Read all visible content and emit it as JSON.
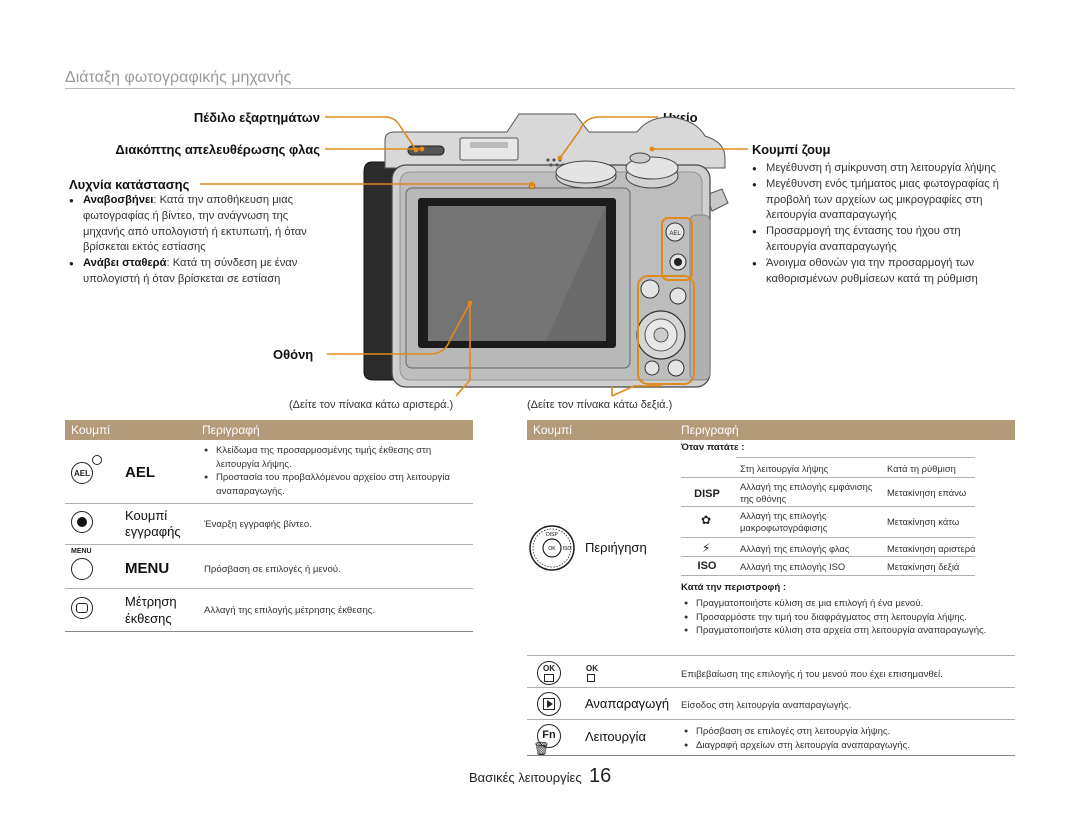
{
  "page": {
    "title": "Διάταξη φωτογραφικής μηχανής",
    "footer_section": "Βασικές λειτουργίες",
    "footer_page": "16"
  },
  "callouts": {
    "accessory_shoe": "Πέδιλο εξαρτημάτων",
    "flash_release": "Διακόπτης απελευθέρωσης φλας",
    "status_lamp": "Λυχνία κατάστασης",
    "speaker": "Ηχείο",
    "zoom_button": "Κουμπί ζουμ",
    "screen": "Οθόνη"
  },
  "status_lamp_bullets": [
    {
      "bold": "Αναβοσβήνει",
      "text": ": Κατά την αποθήκευση μιας φωτογραφίας ή βίντεο, την ανάγνωση της μηχανής από υπολογιστή ή εκτυπωτή, ή όταν βρίσκεται εκτός εστίασης"
    },
    {
      "bold": "Ανάβει σταθερά",
      "text": ": Κατά τη σύνδεση με έναν υπολογιστή ή όταν βρίσκεται σε εστίαση"
    }
  ],
  "zoom_bullets": [
    "Μεγέθυνση ή σμίκρυνση στη λειτουργία λήψης",
    "Μεγέθυνση ενός τμήματος μιας φωτογραφίας ή προβολή των αρχείων ως μικρογραφίες στη λειτουργία αναπαραγωγής",
    "Προσαρμογή της έντασης του ήχου στη λειτουργία αναπαραγωγής",
    "Άνοιγμα οθονών για την προσαρμογή των καθορισμένων ρυθμίσεων κατά τη ρύθμιση"
  ],
  "notes": {
    "left": "(Δείτε τον πίνακα κάτω αριστερά.)",
    "right": "(Δείτε τον πίνακα κάτω δεξιά.)"
  },
  "table_headers": {
    "button": "Κουμπί",
    "description": "Περιγραφή"
  },
  "left_table": {
    "ael": {
      "icon_text": "AEL",
      "name": "AEL",
      "bullets": [
        "Κλείδωμα της προσαρμοσμένης τιμής έκθεσης στη λειτουργία λήψης.",
        "Προστασία του προβαλλόμενου αρχείου στη λειτουργία αναπαραγωγής."
      ]
    },
    "record": {
      "name_1": "Κουμπί",
      "name_2": "εγγραφής",
      "desc": "Έναρξη εγγραφής βίντεο."
    },
    "menu": {
      "small_label": "MENU",
      "name": "MENU",
      "desc": "Πρόσβαση σε επιλογές ή μενού."
    },
    "metering": {
      "name_1": "Μέτρηση",
      "name_2": "έκθεσης",
      "desc": "Αλλαγή της επιλογής μέτρησης έκθεσης."
    }
  },
  "right_table": {
    "nav": {
      "name": "Περιήγηση",
      "when_pressed": "Όταν πατάτε",
      "rows": [
        {
          "key": "",
          "mode": "Στη λειτουργία λήψης",
          "setting": "Κατά τη ρύθμιση"
        },
        {
          "key": "DISP",
          "mode": "Αλλαγή της επιλογής εμφάνισης της οθόνης",
          "setting": "Μετακίνηση επάνω"
        },
        {
          "key": "",
          "mode": "Αλλαγή της επιλογής μακροφωτογράφισης",
          "setting": "Μετακίνηση κάτω"
        },
        {
          "key": "",
          "mode": "Αλλαγή της επιλογής φλας",
          "setting": "Μετακίνηση αριστερά"
        },
        {
          "key": "ISO",
          "mode": "Αλλαγή της επιλογής ISO",
          "setting": "Μετακίνηση δεξιά"
        }
      ],
      "when_rotating": "Κατά την περιστροφή",
      "rotate_bullets": [
        "Πραγματοποιήστε κύλιση σε μια επιλογή ή ένα μενού.",
        "Προσαρμόστε την τιμή του διαφράγματος στη λειτουργία λήψης.",
        "Πραγματοποιήστε κύλιση στα αρχεία στη λειτουργία αναπαραγωγής."
      ]
    },
    "ok": {
      "key_top": "OK",
      "desc": "Επιβεβαίωση της επιλογής ή του μενού που έχει επισημανθεί."
    },
    "playback": {
      "name": "Αναπαραγωγή",
      "desc": "Είσοδος στη λειτουργία αναπαραγωγής."
    },
    "fn": {
      "icon_text": "Fn",
      "name": "Λειτουργία",
      "bullets": [
        "Πρόσβαση σε επιλογές στη λειτουργία λήψης.",
        "Διαγραφή αρχείων στη λειτουργία αναπαραγωγής."
      ]
    }
  },
  "colors": {
    "accent": "#e08a1e",
    "table_header": "#b39a78",
    "title_gray": "#9a9a9a"
  }
}
